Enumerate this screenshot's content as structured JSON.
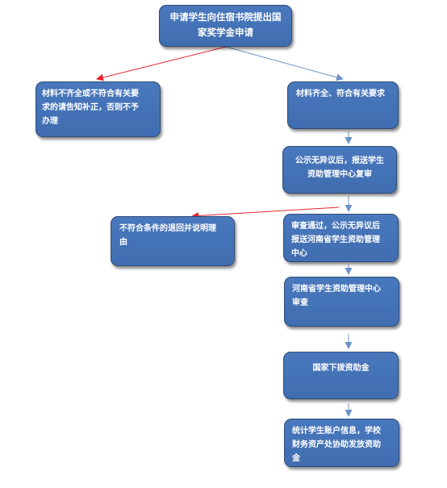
{
  "diagram": {
    "colors": {
      "box_fill": "#4472c4",
      "box_border": "#2f4d76",
      "text": "#ffffff",
      "reject_arrow": "#e8242a",
      "flow_arrow": "#6c93c8"
    },
    "nodes": {
      "apply": {
        "lines": [
          "申请学生向住宿书院提出国",
          "家奖学金申请"
        ]
      },
      "incomplete": {
        "lines": [
          "材料不齐全或不符合有关要",
          "求的请告知补正，否则不予",
          "办理"
        ]
      },
      "complete": {
        "lines": [
          "材料齐全、符合有关要求"
        ]
      },
      "publicize": {
        "lines": [
          "公示无异议后，报送学生",
          "资助管理中心复审"
        ]
      },
      "rejected": {
        "lines": [
          "不符合条件的退回并说明理",
          "由"
        ]
      },
      "review_pass": {
        "lines": [
          "审查通过，公示无异议后",
          "报送河南省学生资助管理",
          "中心"
        ]
      },
      "province_review": {
        "lines": [
          "河南省学生资助管理中心",
          "审查"
        ]
      },
      "disburse": {
        "lines": [
          "国家下拨资助金"
        ]
      },
      "stats": {
        "lines": [
          "统计学生账户信息，学校",
          "财务资产处协助发放资助",
          "金"
        ]
      }
    },
    "edges": [
      {
        "from": "apply",
        "to": "incomplete",
        "kind": "reject"
      },
      {
        "from": "apply",
        "to": "complete",
        "kind": "flow"
      },
      {
        "from": "complete",
        "to": "publicize",
        "kind": "flow"
      },
      {
        "from": "publicize",
        "to": "rejected",
        "kind": "reject"
      },
      {
        "from": "publicize",
        "to": "review_pass",
        "kind": "flow"
      },
      {
        "from": "review_pass",
        "to": "province_review",
        "kind": "flow"
      },
      {
        "from": "province_review",
        "to": "disburse",
        "kind": "flow"
      },
      {
        "from": "disburse",
        "to": "stats",
        "kind": "flow"
      }
    ]
  }
}
